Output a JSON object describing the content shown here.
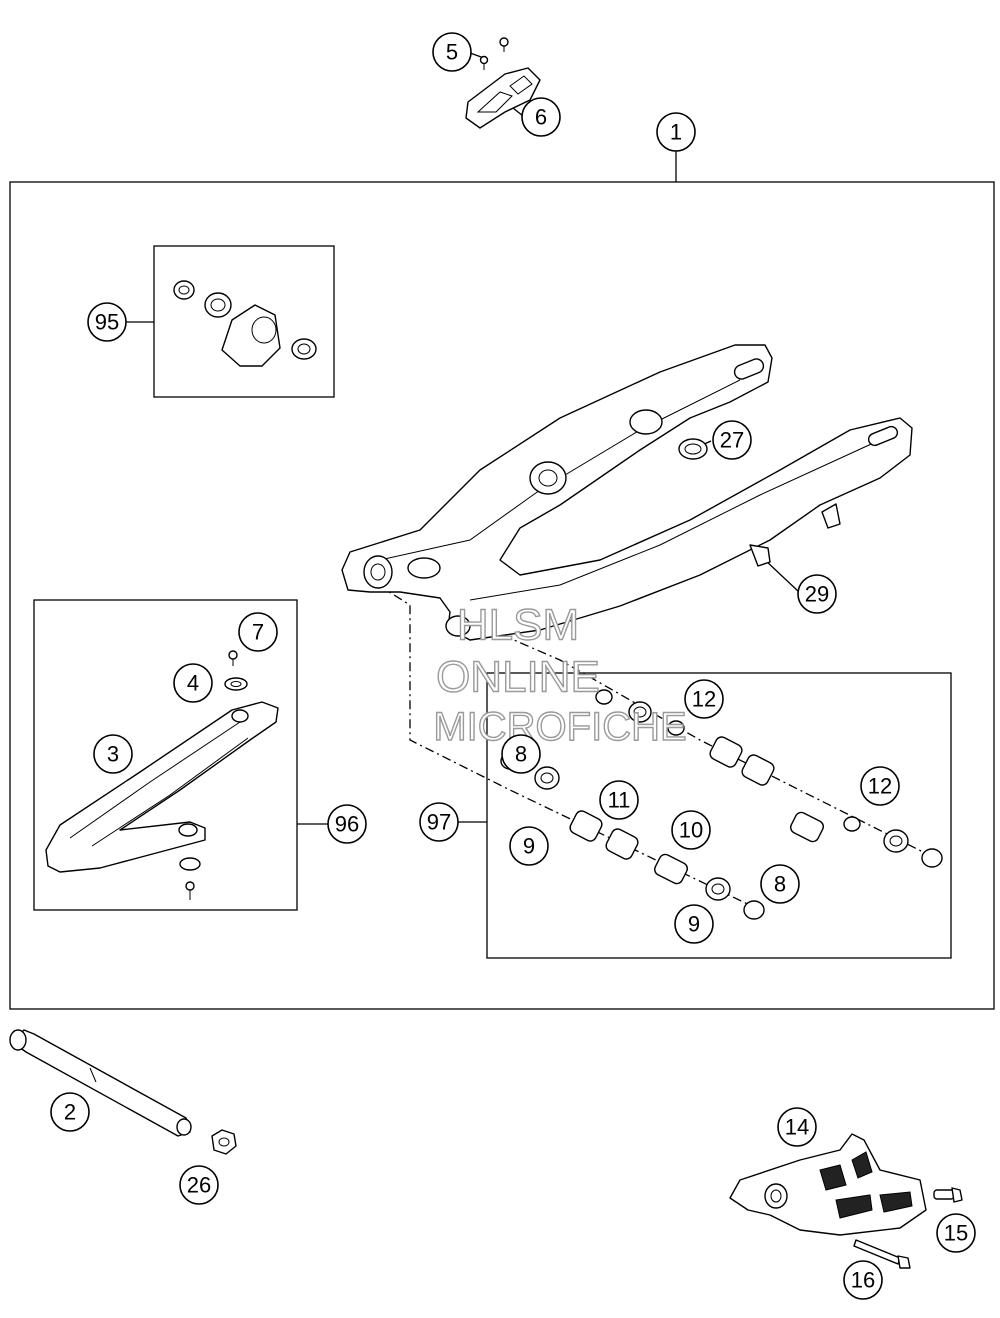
{
  "callouts": {
    "c1": "1",
    "c2": "2",
    "c3": "3",
    "c4": "4",
    "c5": "5",
    "c6": "6",
    "c7": "7",
    "c8a": "8",
    "c8b": "8",
    "c9a": "9",
    "c9b": "9",
    "c10": "10",
    "c11": "11",
    "c12a": "12",
    "c12b": "12",
    "c14": "14",
    "c15": "15",
    "c16": "16",
    "c26": "26",
    "c27": "27",
    "c29": "29",
    "c95": "95",
    "c96": "96",
    "c97": "97"
  },
  "watermark": {
    "line1": "HLSM",
    "line2": "ONLINE",
    "line3": "MICROFICHE"
  },
  "colors": {
    "line": "#000000",
    "background": "#ffffff",
    "watermark_stroke": "#9a9a9a"
  }
}
